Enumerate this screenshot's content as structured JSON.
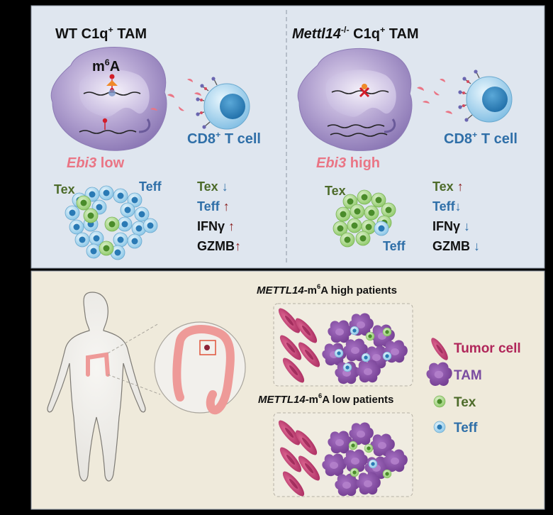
{
  "top_left": {
    "title": "WT C1q",
    "title_sup": "+",
    "title_suffix": " TAM",
    "m6a": "m",
    "m6a_sup": "6",
    "m6a_suffix": "A",
    "cd8_label": "CD8",
    "cd8_sup": "+",
    "cd8_suffix": " T cell",
    "ebi3_gene": "Ebi3",
    "ebi3_level": " low",
    "tex": "Tex",
    "teff": "Teff",
    "readouts": [
      {
        "label": "Tex",
        "arrow": "↓",
        "dir": "down"
      },
      {
        "label": "Teff",
        "arrow": "↑",
        "dir": "up"
      },
      {
        "label": "IFNγ",
        "arrow": "↑",
        "dir": "up"
      },
      {
        "label": "GZMB",
        "arrow": "↑",
        "dir": "up"
      }
    ]
  },
  "top_right": {
    "title_gene": "Mettl14",
    "title_gene_sup": "-/-",
    "title": " C1q",
    "title_sup": "+",
    "title_suffix": " TAM",
    "cd8_label": "CD8",
    "cd8_sup": "+",
    "cd8_suffix": " T cell",
    "ebi3_gene": "Ebi3",
    "ebi3_level": " high",
    "tex": "Tex",
    "teff": "Teff",
    "readouts": [
      {
        "label": "Tex",
        "arrow": "↑",
        "dir": "up"
      },
      {
        "label": "Teff",
        "arrow": "↓",
        "dir": "down"
      },
      {
        "label": "IFNγ",
        "arrow": "↓",
        "dir": "down"
      },
      {
        "label": "GZMB",
        "arrow": "↓",
        "dir": "down"
      }
    ]
  },
  "bottom": {
    "high_gene": "METTL14",
    "high_text": "-m",
    "high_sup": "6",
    "high_suffix": "A high patients",
    "low_gene": "METTL14",
    "low_text": "-m",
    "low_sup": "6",
    "low_suffix": "A low patients",
    "legend": [
      {
        "label": "Tumor cell",
        "icon": "tumor-cell-icon"
      },
      {
        "label": "TAM",
        "icon": "tam-icon"
      },
      {
        "label": "Tex",
        "icon": "tex-cell-icon"
      },
      {
        "label": "Teff",
        "icon": "teff-cell-icon"
      }
    ]
  },
  "colors": {
    "top_bg": "#dfe6ef",
    "bottom_bg": "#efeadb",
    "macrophage": "#a594c6",
    "tcell": "#8fc7e8",
    "tex_cell": "#9fd17a",
    "tumor": "#c73d73",
    "tam": "#8b4fa6",
    "colon": "#ee9a98"
  }
}
